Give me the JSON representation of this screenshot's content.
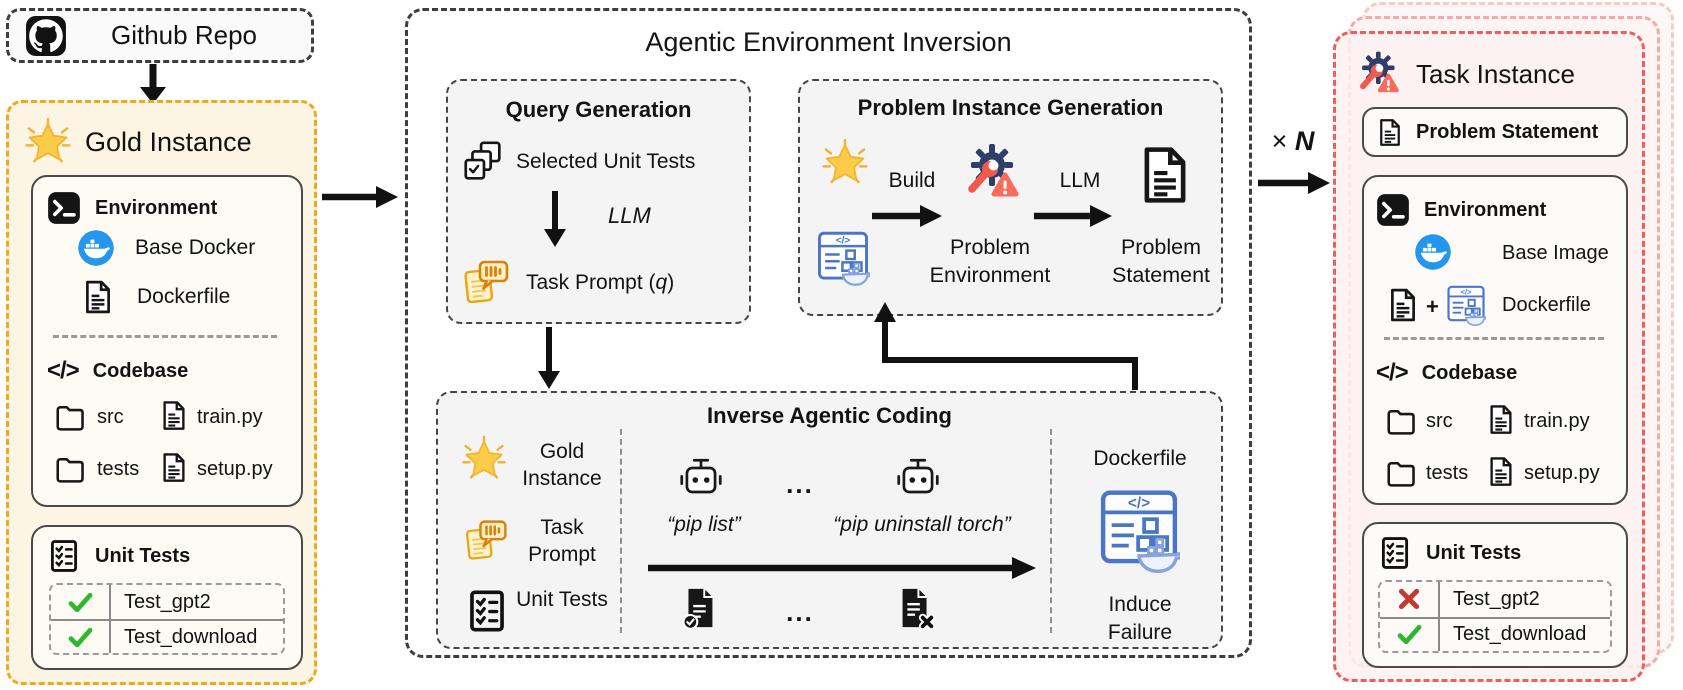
{
  "github": {
    "label": "Github Repo"
  },
  "gold": {
    "title": "Gold Instance",
    "environment": {
      "title": "Environment",
      "base": "Base Docker",
      "dockerfile": "Dockerfile"
    },
    "codebase": {
      "title": "Codebase",
      "rows": [
        {
          "folder": "src",
          "file": "train.py"
        },
        {
          "folder": "tests",
          "file": "setup.py"
        }
      ]
    },
    "unit_tests": {
      "title": "Unit Tests",
      "rows": [
        {
          "name": "Test_gpt2",
          "status": "pass"
        },
        {
          "name": "Test_download",
          "status": "pass"
        }
      ]
    }
  },
  "inversion": {
    "title": "Agentic Environment Inversion",
    "query_gen": {
      "title": "Query Generation",
      "input_label": "Selected Unit Tests",
      "llm_label": "LLM",
      "output_prefix": "Task Prompt (",
      "output_var": "q",
      "output_suffix": ")"
    },
    "problem_gen": {
      "title": "Problem Instance Generation",
      "build_label": "Build",
      "llm_label": "LLM",
      "env_caption": "Problem Environment",
      "stmt_caption": "Problem Statement"
    },
    "inverse_coding": {
      "title": "Inverse Agentic Coding",
      "gold_label": "Gold Instance",
      "prompt_label": "Task Prompt",
      "tests_label": "Unit Tests",
      "cmd1": "“pip list”",
      "cmd2": "“pip uninstall torch”",
      "ellipsis": "...",
      "dockerfile_label": "Dockerfile",
      "outcome_label": "Induce Failure"
    }
  },
  "multiplier": {
    "times": "×",
    "n": "N"
  },
  "task": {
    "title": "Task Instance",
    "problem_statement": "Problem Statement",
    "environment": {
      "title": "Environment",
      "base": "Base Image",
      "plus": "+",
      "dockerfile": "Dockerfile"
    },
    "codebase": {
      "title": "Codebase",
      "rows": [
        {
          "folder": "src",
          "file": "train.py"
        },
        {
          "folder": "tests",
          "file": "setup.py"
        }
      ]
    },
    "unit_tests": {
      "title": "Unit Tests",
      "rows": [
        {
          "name": "Test_gpt2",
          "status": "fail"
        },
        {
          "name": "Test_download",
          "status": "pass"
        }
      ]
    }
  },
  "colors": {
    "gold_border": "#ECAA1D",
    "gold_bg": "#FCF5E3",
    "red_border": "#F15E59",
    "red_bg": "#FBF1F0",
    "dash_gray": "#3E3E3E",
    "subpanel_bg": "#F4F4F4",
    "docker_blue": "#2496ED",
    "file_blue": "#4976C8",
    "pass_green": "#2DB92D",
    "fail_red": "#C23B2E",
    "prompt_orange": "#D8820A",
    "gear_navy": "#2E3E68",
    "alert_red": "#F96B5B"
  }
}
